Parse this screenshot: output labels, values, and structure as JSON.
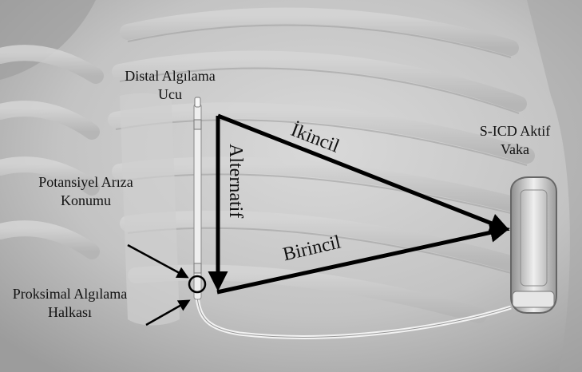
{
  "labels": {
    "distal_tip": "Distal Algılama\nUcu",
    "device": "S-ICD Aktif\nVaka",
    "potential_fault": "Potansiyel Arıza\nKonumu",
    "proximal_ring": "Proksimal Algılama\nHalkası"
  },
  "vectors": {
    "secondary": "İkincil",
    "primary": "Birincil",
    "alternate": "Alternatif"
  },
  "colors": {
    "background": "#bdbdbd",
    "arrows": "#000000",
    "text": "#111111"
  }
}
